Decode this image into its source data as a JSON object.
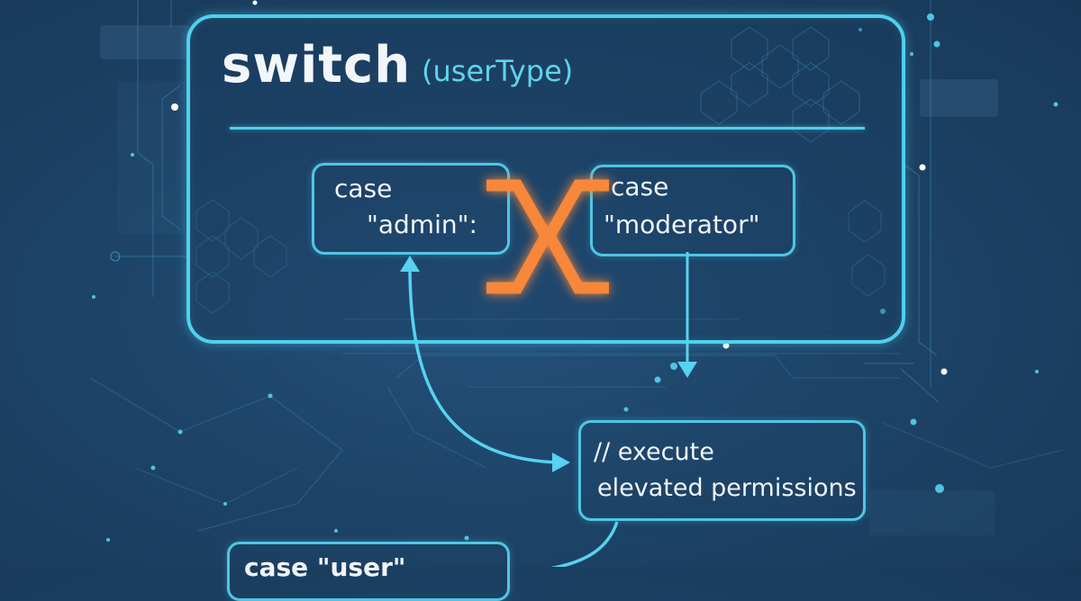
{
  "diagram": {
    "switch_keyword": "switch",
    "switch_argument": "(userType)",
    "cases": [
      {
        "id": "admin",
        "line1": "case",
        "line2": "\"admin\":"
      },
      {
        "id": "moderator",
        "line1": "case",
        "line2": "\"moderator\""
      },
      {
        "id": "user",
        "line1": "case \"user\""
      }
    ],
    "action_box": {
      "line1": "// execute",
      "line2": "elevated permissions"
    },
    "connector_symbol": "fallthrough-cross-icon",
    "colors": {
      "background": "#1d4468",
      "accent_cyan": "#4fd0ee",
      "accent_orange": "#f6873a",
      "text": "#f1f5f8"
    }
  }
}
